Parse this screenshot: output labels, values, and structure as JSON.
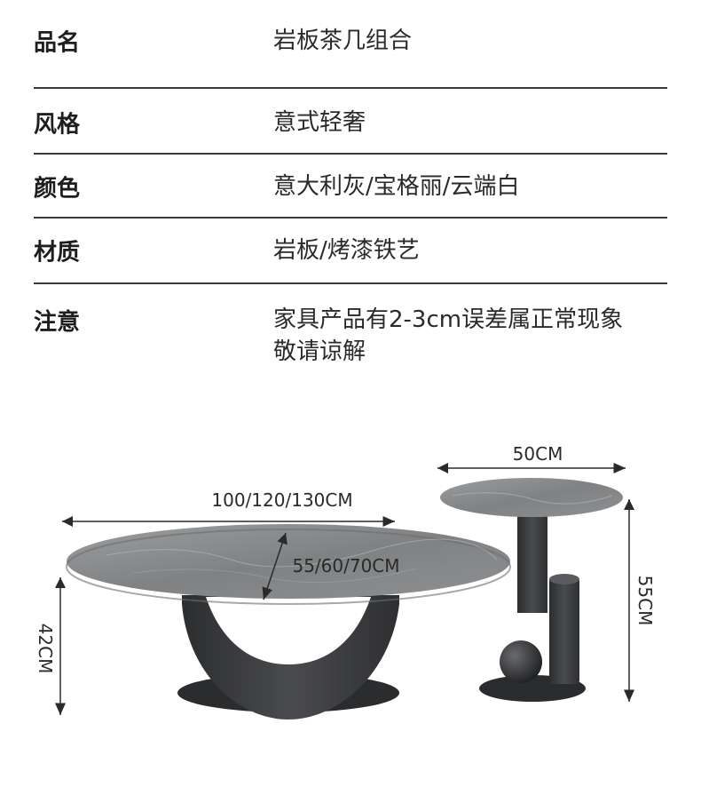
{
  "specs": [
    {
      "label": "品名",
      "value": "岩板茶几组合"
    },
    {
      "label": "风格",
      "value": "意式轻奢"
    },
    {
      "label": "颜色",
      "value": "意大利灰/宝格丽/云端白"
    },
    {
      "label": "材质",
      "value": "岩板/烤漆铁艺"
    },
    {
      "label": "注意",
      "value_line1": "家具产品有2-3cm误差属正常现象",
      "value_line2": "敬请谅解"
    }
  ],
  "dimensions": {
    "coffee_table_width": "100/120/130CM",
    "coffee_table_depth": "55/60/70CM",
    "coffee_table_height": "42CM",
    "side_table_width": "50CM",
    "side_table_height": "55CM"
  },
  "colors": {
    "marble": "#8a8c8e",
    "metal": "#3e3f41",
    "line": "#3a3a3a"
  }
}
